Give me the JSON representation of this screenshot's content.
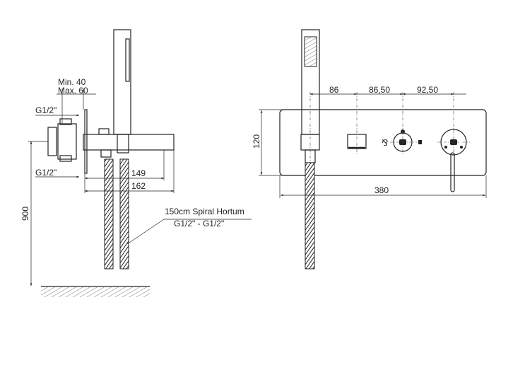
{
  "side_view": {
    "min_label": "Min. 40",
    "max_label": "Max. 60",
    "thread_top": "G1/2\"",
    "thread_bottom": "G1/2\"",
    "dim_149": "149",
    "dim_162": "162",
    "dim_900": "900",
    "hose_label": "150cm Spiral Hortum",
    "hose_thread": "G1/2\" - G1/2\""
  },
  "front_view": {
    "dim_86": "86",
    "dim_86_50": "86,50",
    "dim_92_50": "92,50",
    "dim_120": "120",
    "dim_380": "380"
  }
}
